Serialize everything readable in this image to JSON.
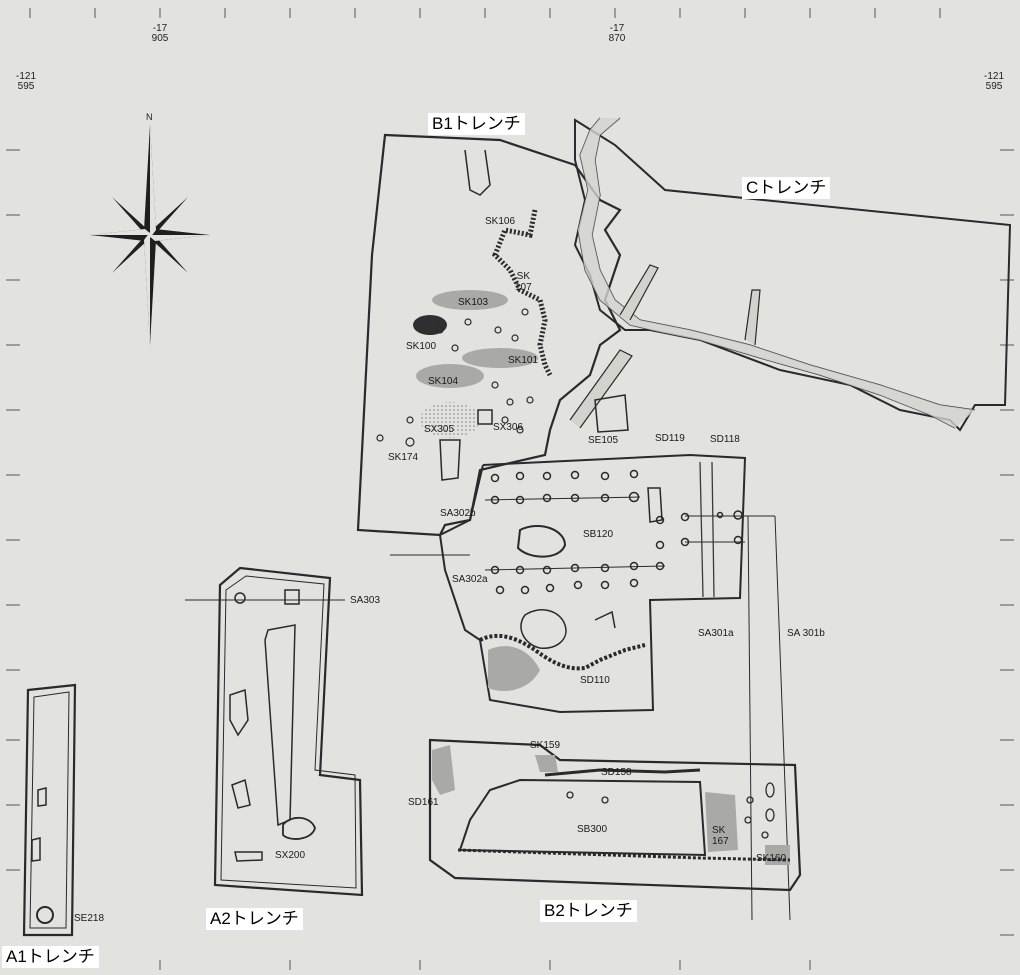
{
  "coords": {
    "top_left": [
      "-17",
      "905"
    ],
    "top_right": [
      "-17",
      "870"
    ],
    "left": [
      "-121",
      "595"
    ],
    "right": [
      "-121",
      "595"
    ]
  },
  "compass": {
    "north": "N"
  },
  "trenches": {
    "b1": "B1トレンチ",
    "c": "Cトレンチ",
    "a2": "A2トレンチ",
    "b2": "B2トレンチ",
    "a1": "A1トレンチ"
  },
  "features": {
    "sk106": "SK106",
    "sk107": "SK\n107",
    "sk103": "SK103",
    "sk100": "SK100",
    "sk101": "SK101",
    "sk104": "SK104",
    "sx305": "SX305",
    "sx306": "SX306",
    "sk174": "SK174",
    "se105": "SE105",
    "sd119": "SD119",
    "sd118": "SD118",
    "sa302b": "SA302b",
    "sb120": "SB120",
    "sa302a": "SA302a",
    "sa303": "SA303",
    "sa301a": "SA301a",
    "sa301b": "SA 301b",
    "sd110": "SD110",
    "sk159": "SK159",
    "sd158": "SD158",
    "sd161": "SD161",
    "sb300": "SB300",
    "sk167": "SK\n167",
    "sk160": "SK160",
    "sx200": "SX200",
    "se218": "SE218"
  },
  "colors": {
    "paper": "#e2e2de",
    "ink": "#2a2a2a",
    "shade": "#a9a9a5",
    "label_bg": "#ffffff"
  }
}
